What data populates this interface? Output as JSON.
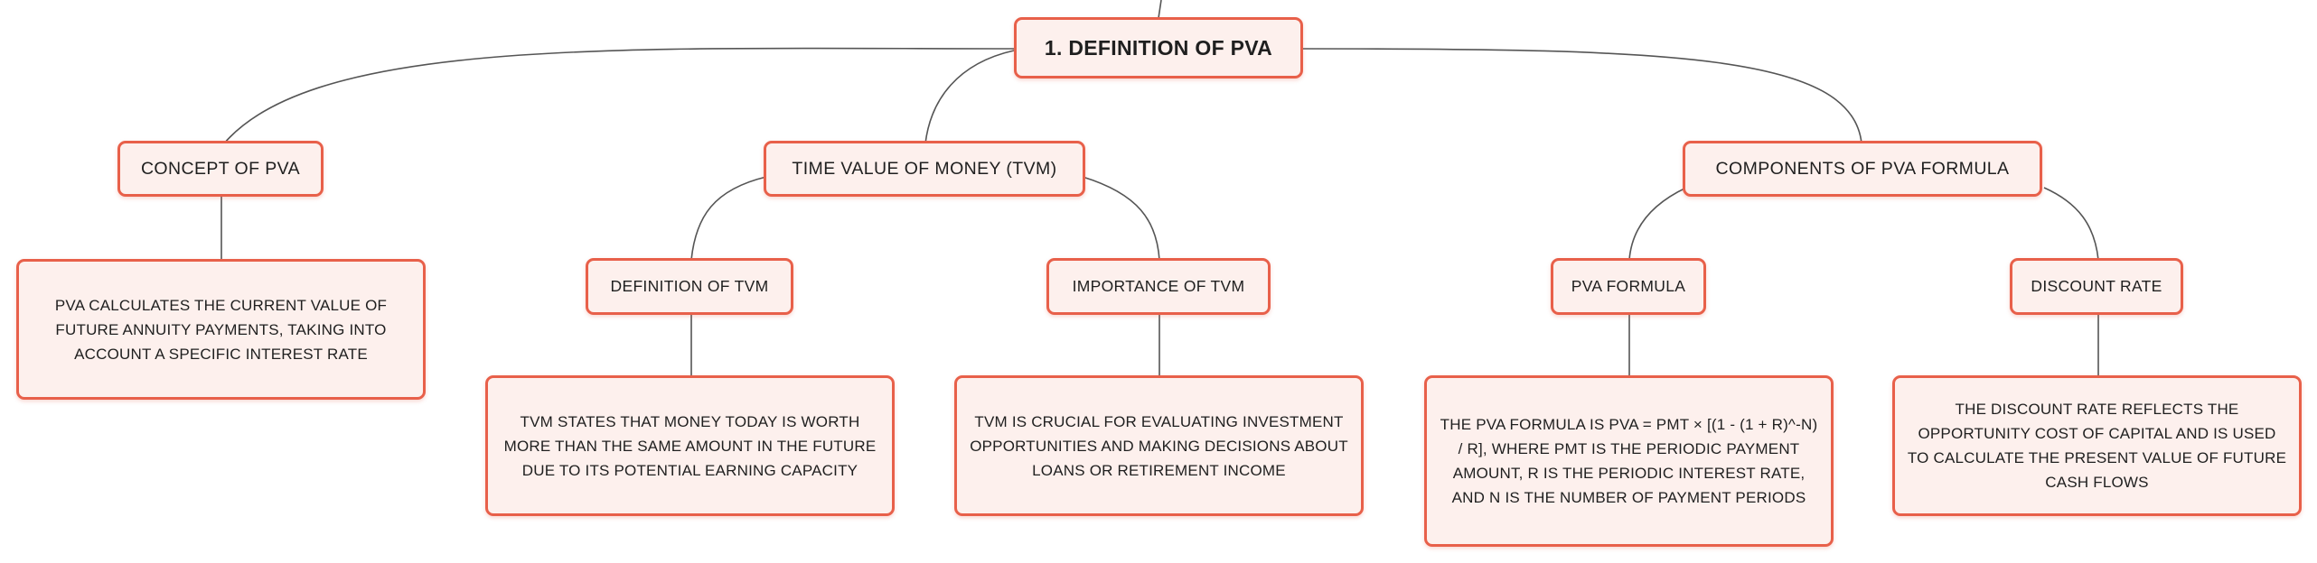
{
  "colors": {
    "node_border": "#e8604a",
    "node_fill": "#fdf0ed",
    "connector": "#555555",
    "background": "#ffffff"
  },
  "root": {
    "label": "1. DEFINITION OF PVA"
  },
  "branches": {
    "concept": {
      "label": "CONCEPT OF PVA",
      "description": "PVA CALCULATES THE CURRENT VALUE OF FUTURE ANNUITY PAYMENTS, TAKING INTO ACCOUNT A SPECIFIC INTEREST RATE"
    },
    "tvm": {
      "label": "TIME VALUE OF MONEY (TVM)",
      "definition": {
        "label": "DEFINITION OF TVM",
        "description": "TVM STATES THAT MONEY TODAY IS WORTH MORE THAN THE SAME AMOUNT IN THE FUTURE DUE TO ITS POTENTIAL EARNING CAPACITY"
      },
      "importance": {
        "label": "IMPORTANCE OF TVM",
        "description": "TVM IS CRUCIAL FOR EVALUATING INVESTMENT OPPORTUNITIES AND MAKING DECISIONS ABOUT LOANS OR RETIREMENT INCOME"
      }
    },
    "components": {
      "label": "COMPONENTS OF PVA FORMULA",
      "formula": {
        "label": "PVA FORMULA",
        "description": "THE PVA FORMULA IS PVA = PMT × [(1 - (1 + R)^-N) / R], WHERE PMT IS THE PERIODIC PAYMENT AMOUNT, R IS THE PERIODIC INTEREST RATE, AND N IS THE NUMBER OF PAYMENT PERIODS"
      },
      "discount_rate": {
        "label": "DISCOUNT RATE",
        "description": "THE DISCOUNT RATE REFLECTS THE OPPORTUNITY COST OF CAPITAL AND IS USED TO CALCULATE THE PRESENT VALUE OF FUTURE CASH FLOWS"
      }
    }
  }
}
